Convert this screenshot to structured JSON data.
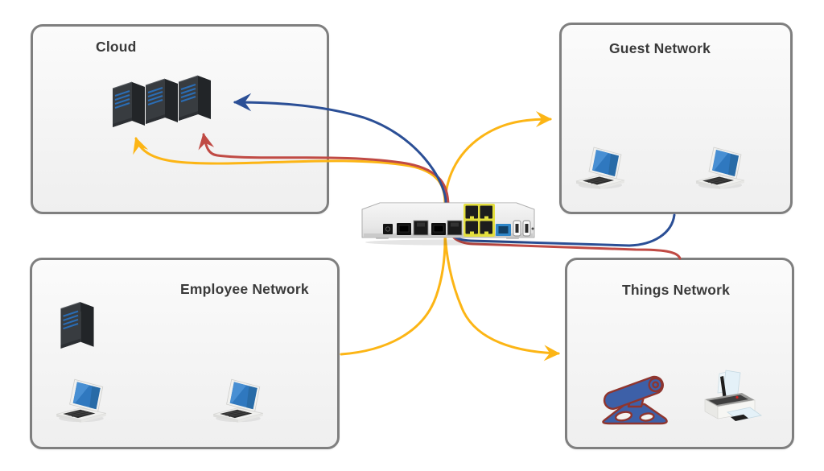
{
  "diagram": {
    "type": "network-segmentation-topology",
    "boxes": [
      {
        "id": "cloud",
        "title": "Cloud",
        "devices": [
          "server-rack",
          "server-rack",
          "server-rack"
        ]
      },
      {
        "id": "guest-network",
        "title": "Guest Network",
        "devices": [
          "laptop",
          "laptop"
        ]
      },
      {
        "id": "employee-network",
        "title": "Employee Network",
        "devices": [
          "server-tower",
          "laptop",
          "laptop"
        ]
      },
      {
        "id": "things-network",
        "title": "Things Network",
        "devices": [
          "security-camera",
          "printer"
        ]
      }
    ],
    "hub": {
      "device": "security-router",
      "visible_ports": [
        "power-port",
        "wan-port",
        "rj45-port",
        "sfp-port",
        "rj45-port",
        "yellow-lan-ports-x4",
        "blue-lan-port",
        "usb-port-x2",
        "reset-hole"
      ]
    },
    "flows": [
      {
        "id": "guest-to-cloud",
        "from": "guest-network",
        "to": "cloud",
        "color": "#2b4f96"
      },
      {
        "id": "things-to-cloud",
        "from": "things-network",
        "to": "cloud",
        "color": "#c04a44"
      },
      {
        "id": "employee-to-cloud",
        "from": "employee-network",
        "to": "cloud",
        "color": "#fcb515"
      },
      {
        "id": "employee-to-guest",
        "from": "employee-network",
        "to": "guest-network",
        "color": "#fcb515"
      },
      {
        "id": "employee-to-things",
        "from": "employee-network",
        "to": "things-network",
        "color": "#fcb515"
      }
    ],
    "colors": {
      "box_border": "#7f7f7f",
      "box_fill": "#f5f5f5",
      "title_text": "#3a3a3a",
      "flow_yellow": "#fcb515",
      "flow_blue": "#2b4f96",
      "flow_red": "#c04a44",
      "background": "#ffffff"
    }
  }
}
